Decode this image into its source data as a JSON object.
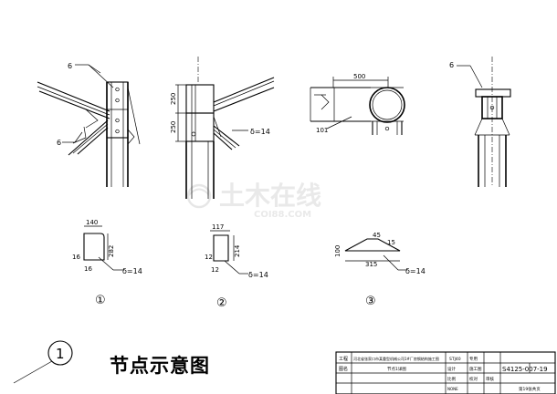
{
  "view_labels": {
    "weld_size_top_left": "6",
    "weld_size_mid_left": "6",
    "dim_upper_plate": "250",
    "dim_lower_plate": "250",
    "delta_view2": "δ=14",
    "dim_top_view": "500",
    "pipe_label": "101",
    "weld_size_view4": "6"
  },
  "details": {
    "d1": {
      "width": "140",
      "height": "282",
      "radius": "16",
      "edge": "16",
      "thickness": "δ=14",
      "number": "①"
    },
    "d2": {
      "top": "117",
      "height": "214",
      "left": "12",
      "bottom": "12",
      "thickness": "δ=14",
      "number": "②"
    },
    "d3": {
      "slope": "45",
      "top_right": "15",
      "height": "100",
      "width": "315",
      "thickness": "δ=14",
      "number": "③"
    }
  },
  "callout": {
    "number": "1"
  },
  "drawing_title": "节点示意图",
  "watermark": {
    "cn": "土木在线",
    "en": "COI88.COM"
  },
  "title_block": {
    "project_label": "工程",
    "project_name": "河北省张家口市某重型机械公司1#厂房钢结构施工图",
    "project_code": "STJ40",
    "project_unit": "专用",
    "drawing_label": "图名",
    "drawing_name": "节点1详图",
    "design_label": "设计",
    "design_stage": "施工图",
    "scale_label": "比例",
    "scale_value": "NONE",
    "checked_label": "校对",
    "checked_value": "审核",
    "drawing_no": "S4125-007-19",
    "sheet_label": "第19张共页"
  }
}
